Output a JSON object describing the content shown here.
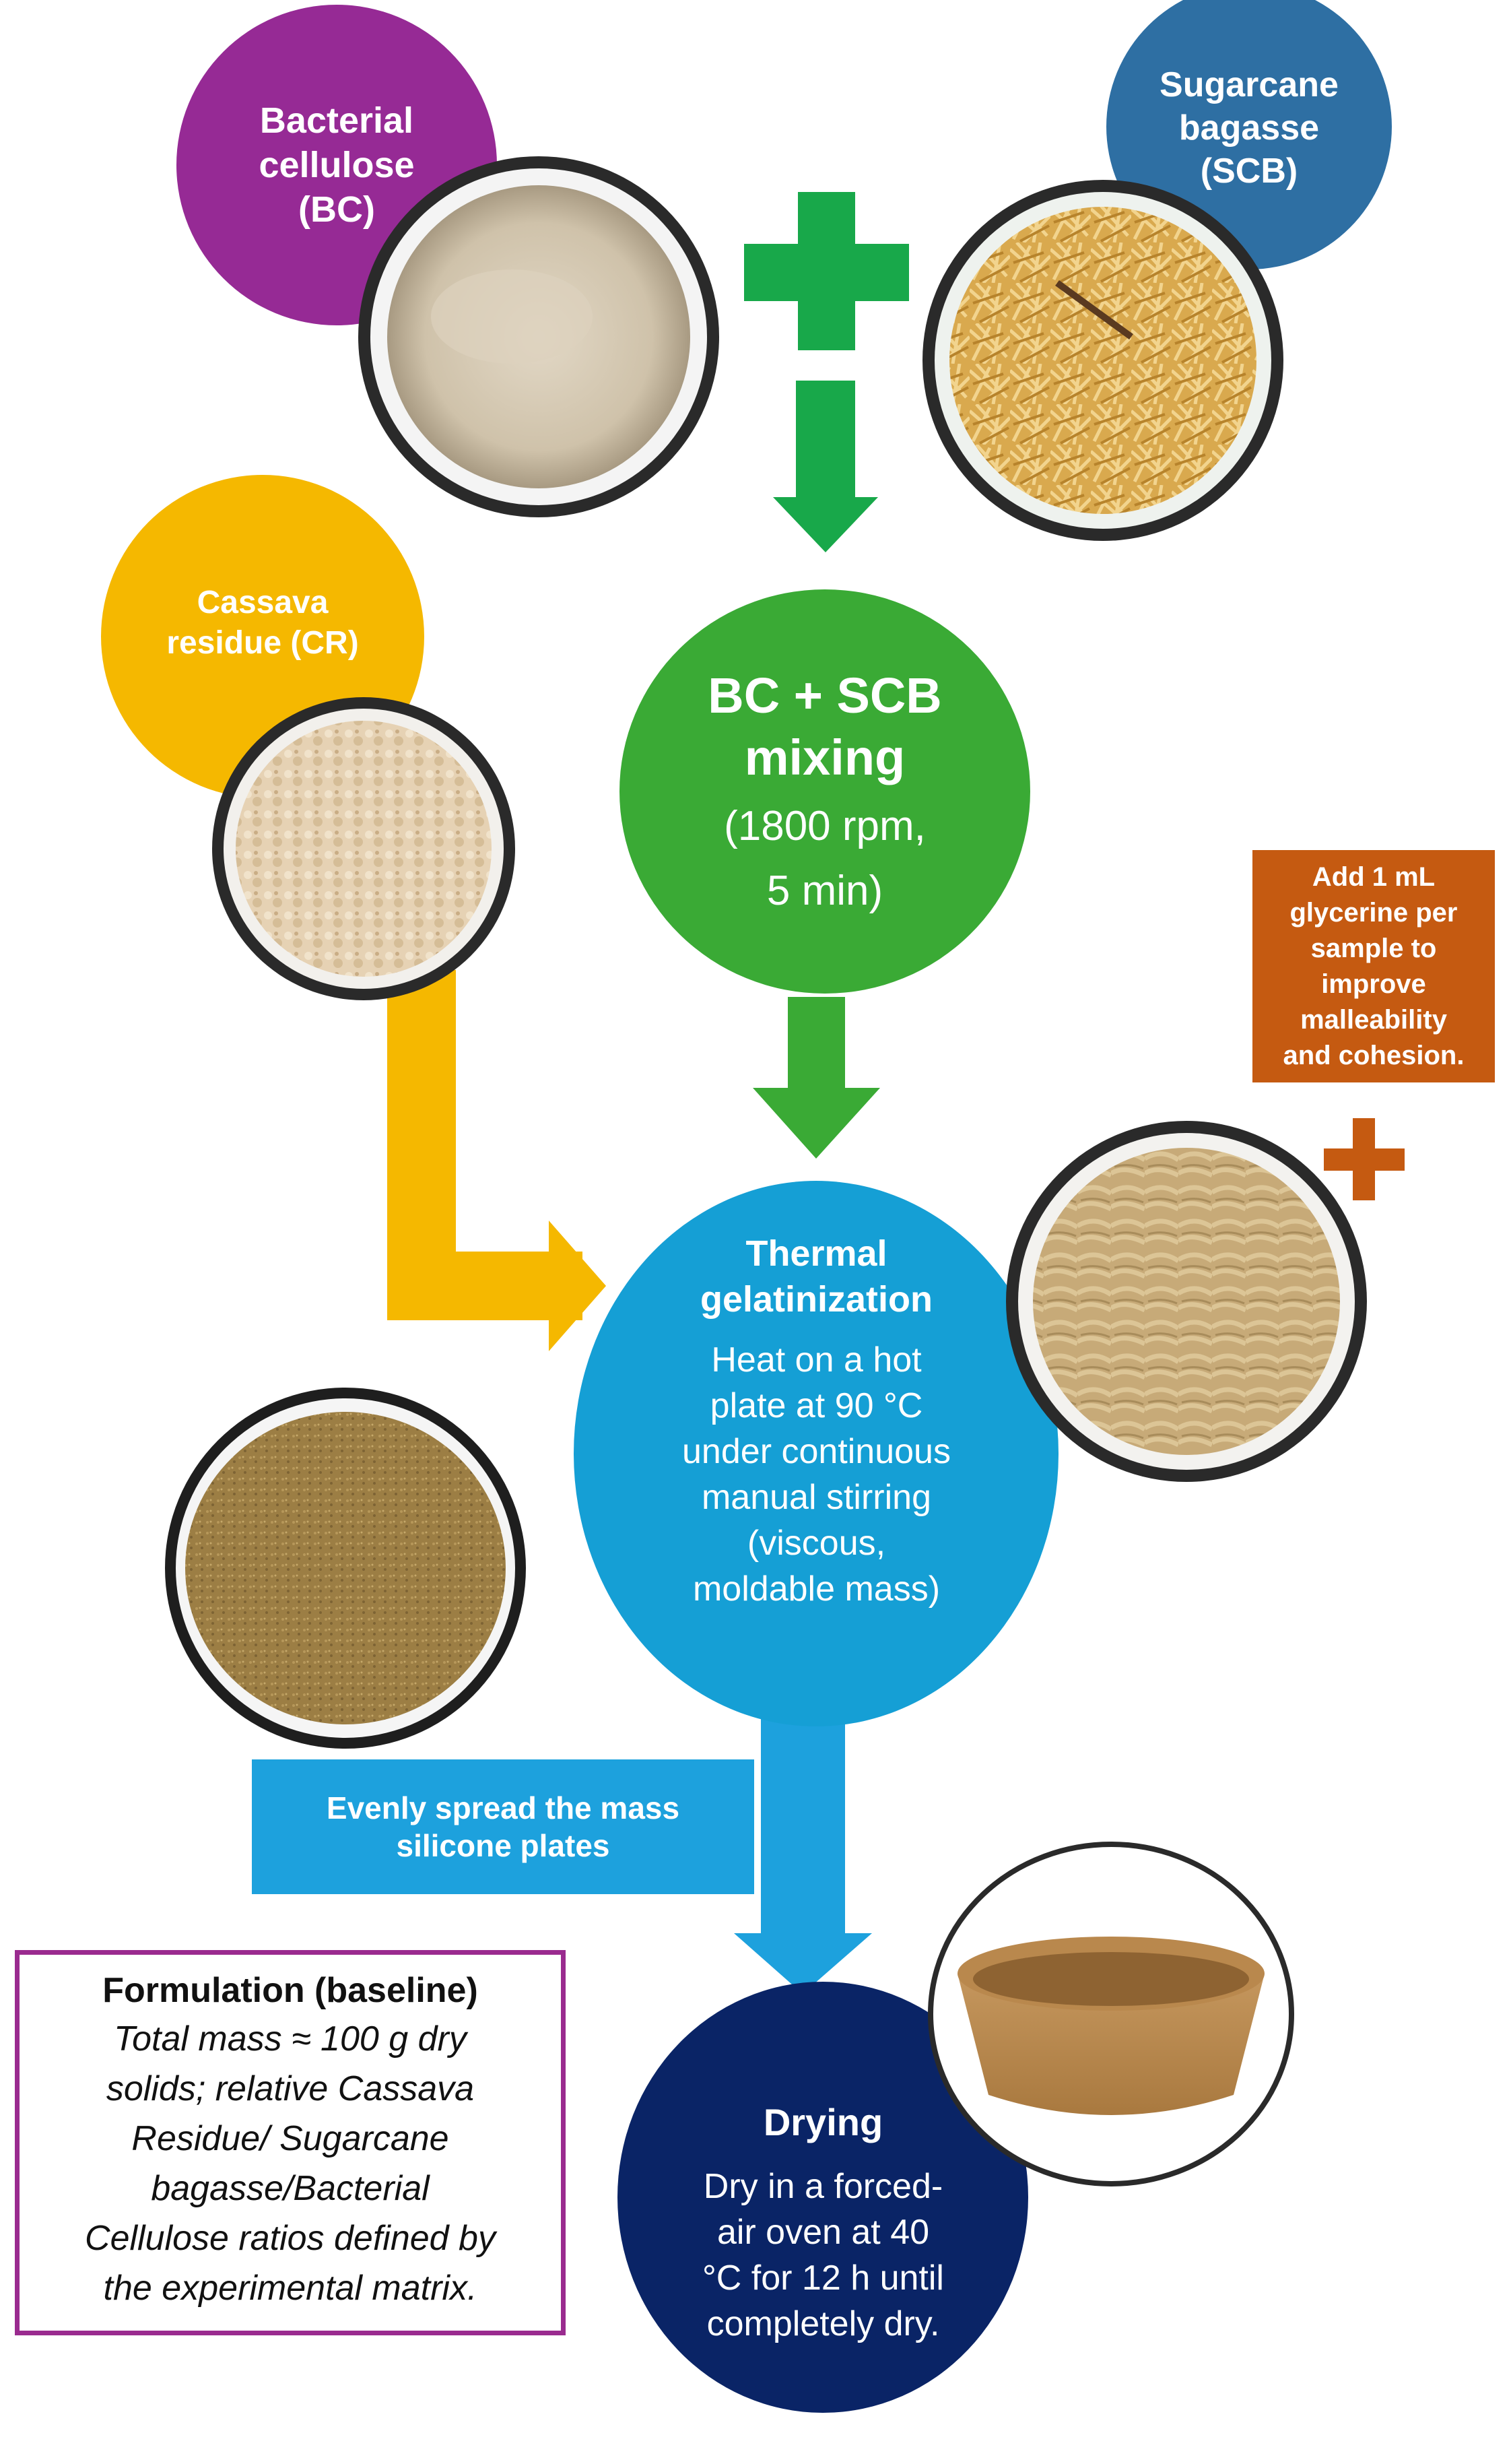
{
  "colors": {
    "bc": "#962a95",
    "scb": "#2e6fa3",
    "cr": "#f5b800",
    "mix": "#3aaa35",
    "plus_green": "#18a84a",
    "thermal": "#159fd5",
    "glycerine": "#c55a11",
    "spread": "#1da1dd",
    "drying": "#0a2466",
    "formulation_border": "#9a2b8f"
  },
  "ingredients": {
    "bc_label": [
      "Bacterial",
      "cellulose",
      "(BC)"
    ],
    "scb_label": [
      "Sugarcane",
      "bagasse",
      "(SCB)"
    ],
    "cr_label": [
      "Cassava",
      "residue (CR)"
    ]
  },
  "mixing": {
    "title": [
      "BC + SCB",
      "mixing"
    ],
    "detail": [
      "(1800 rpm,",
      "5 min)"
    ]
  },
  "glycerine_note": [
    "Add 1 mL",
    "glycerine per",
    "sample to",
    "improve",
    "malleability",
    "and cohesion."
  ],
  "thermal": {
    "title": [
      "Thermal",
      "gelatinization"
    ],
    "detail": [
      "Heat on a hot",
      "plate at 90 °C",
      "under continuous",
      "manual stirring",
      "(viscous,",
      "moldable mass)"
    ]
  },
  "spread_note": [
    "Evenly spread the mass",
    "silicone plates"
  ],
  "formulation": {
    "title": "Formulation (baseline)",
    "body": [
      "Total mass ≈ 100 g dry",
      "solids; relative Cassava",
      "Residue/ Sugarcane",
      "bagasse/Bacterial",
      "Cellulose ratios defined by",
      "the experimental matrix."
    ]
  },
  "drying": {
    "title": "Drying",
    "detail": [
      "Dry in a forced-",
      "air oven at 40",
      "°C for 12 h until",
      "completely dry."
    ]
  }
}
